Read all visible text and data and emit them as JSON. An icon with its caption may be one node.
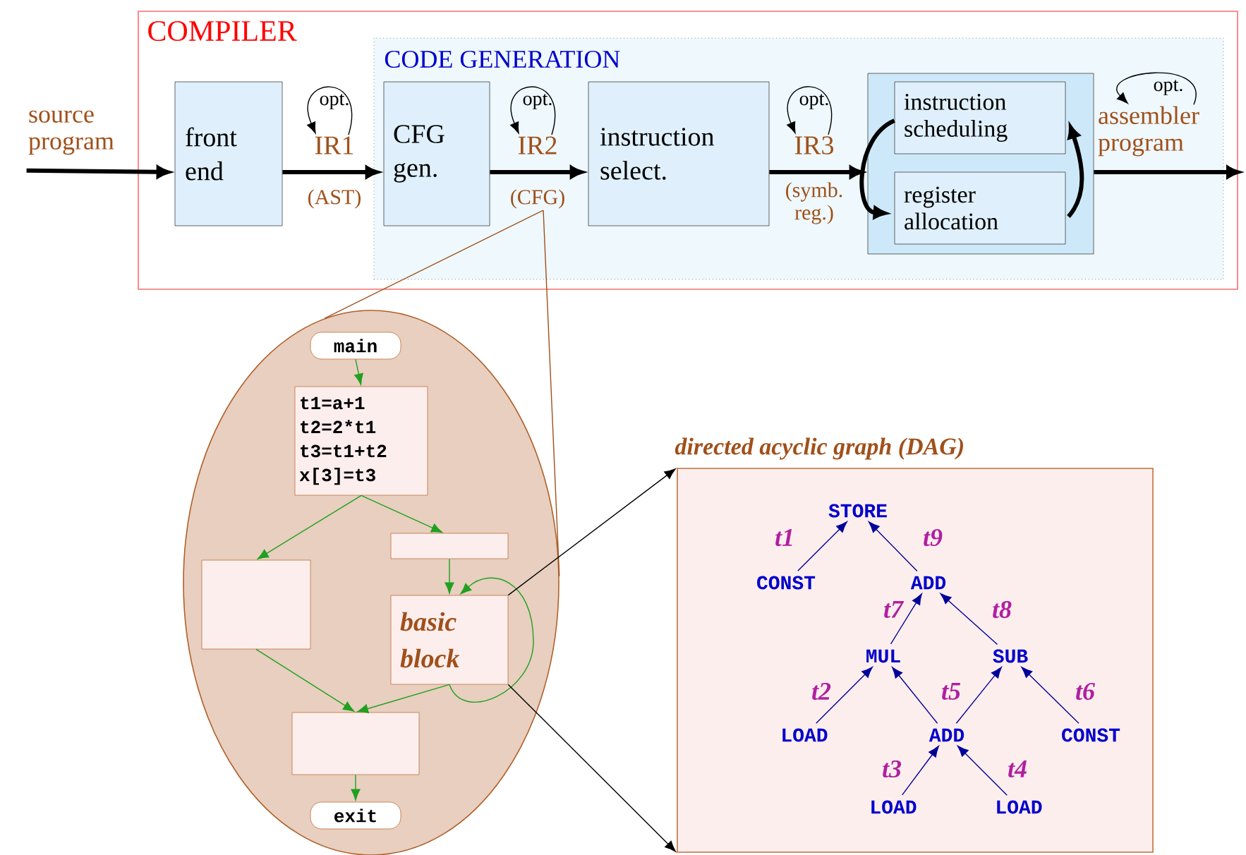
{
  "diagram": {
    "nodes": [
      {
        "text": [
          "COMPILER"
        ]
      },
      {
        "text": [
          "CODE GENERATION"
        ],
        "in": 0
      },
      {
        "text": [
          "source program"
        ]
      },
      {
        "text": [
          "front end"
        ],
        "in": 0
      },
      {
        "text": [
          "IR1"
        ],
        "beside": [
          "(AST)"
        ],
        "in": 0
      },
      {
        "text": [
          "CFG gen."
        ],
        "in": 1
      },
      {
        "text": [
          "IR2"
        ],
        "beside": [
          "(CFG)"
        ],
        "in": 1
      },
      {
        "text": [
          "instruction select."
        ],
        "in": 1
      },
      {
        "text": [
          "IR3"
        ],
        "beside": [
          "(symb. reg.)"
        ],
        "in": 1
      },
      {
        "text": [],
        "shape": "box",
        "in": 1
      },
      {
        "text": [
          "instruction scheduling"
        ],
        "in": 9
      },
      {
        "text": [
          "register allocation"
        ],
        "in": 9
      },
      {
        "text": [
          "assembler program"
        ],
        "in": 1
      },
      {
        "text": [],
        "shape": "ellipse"
      },
      {
        "text": [
          "main"
        ],
        "in": 13
      },
      {
        "text": [
          "t1=a+1",
          "t2=2*t1",
          "t3=t1+t2",
          "x[3]=t3"
        ],
        "in": 13
      },
      {
        "text": [],
        "shape": "box",
        "in": 13
      },
      {
        "text": [],
        "shape": "box",
        "in": 13
      },
      {
        "text": [
          "basic block"
        ],
        "in": 13
      },
      {
        "text": [],
        "shape": "box",
        "in": 13
      },
      {
        "text": [
          "exit"
        ],
        "in": 13
      },
      {
        "text": [
          "directed acyclic graph (DAG)"
        ]
      },
      {
        "text": [
          "STORE"
        ],
        "in": 21
      },
      {
        "text": [
          "CONST"
        ],
        "in": 21
      },
      {
        "text": [
          "ADD"
        ],
        "in": 21
      },
      {
        "text": [
          "MUL"
        ],
        "in": 21
      },
      {
        "text": [
          "SUB"
        ],
        "in": 21
      },
      {
        "text": [
          "LOAD"
        ],
        "in": 21
      },
      {
        "text": [
          "ADD"
        ],
        "in": 21
      },
      {
        "text": [
          "CONST"
        ],
        "in": 21
      },
      {
        "text": [
          "LOAD"
        ],
        "in": 21
      },
      {
        "text": [
          "LOAD"
        ],
        "in": 21
      }
    ],
    "edges": [
      {
        "from": 2,
        "to": 3,
        "arrow": "to",
        "style": "thick"
      },
      {
        "from": 3,
        "to": 5,
        "arrow": "to",
        "style": "thick"
      },
      {
        "from": 4,
        "to": 4,
        "arrow": "to",
        "label": "opt."
      },
      {
        "from": 5,
        "to": 7,
        "arrow": "to",
        "style": "thick"
      },
      {
        "from": 6,
        "to": 6,
        "arrow": "to",
        "label": "opt."
      },
      {
        "from": 7,
        "to": 9,
        "arrow": "to",
        "style": "thick"
      },
      {
        "from": 8,
        "to": 8,
        "arrow": "to",
        "label": "opt."
      },
      {
        "from": 9,
        "to": null,
        "arrow": "to",
        "style": "thick"
      },
      {
        "from": 12,
        "to": 12,
        "arrow": "to",
        "label": "opt."
      },
      {
        "from": 10,
        "to": 11,
        "arrow": "to",
        "style": "thick"
      },
      {
        "from": 11,
        "to": 10,
        "arrow": "to",
        "style": "thick"
      },
      {
        "from": 6,
        "to": 13,
        "arrow": "none",
        "color": "#a0501a"
      },
      {
        "from": 6,
        "to": 13,
        "arrow": "none",
        "color": "#a0501a"
      },
      {
        "from": 14,
        "to": 15,
        "arrow": "to",
        "color": "#20a020"
      },
      {
        "from": 15,
        "to": 16,
        "arrow": "to",
        "color": "#20a020"
      },
      {
        "from": 15,
        "to": 17,
        "arrow": "to",
        "color": "#20a020"
      },
      {
        "from": 17,
        "to": 18,
        "arrow": "to",
        "color": "#20a020"
      },
      {
        "from": 18,
        "to": 18,
        "arrow": "to",
        "color": "#20a020"
      },
      {
        "from": 16,
        "to": 19,
        "arrow": "to",
        "color": "#20a020"
      },
      {
        "from": 18,
        "to": 19,
        "arrow": "to",
        "color": "#20a020"
      },
      {
        "from": 19,
        "to": 20,
        "arrow": "to",
        "color": "#20a020"
      },
      {
        "from": 18,
        "to": 21,
        "arrow": "to"
      },
      {
        "from": 18,
        "to": 21,
        "arrow": "to"
      },
      {
        "from": 23,
        "to": 22,
        "arrow": "to",
        "label": "t1",
        "color": "#000099"
      },
      {
        "from": 24,
        "to": 22,
        "arrow": "to",
        "label": "t9",
        "color": "#000099"
      },
      {
        "from": 25,
        "to": 24,
        "arrow": "to",
        "label": "t7",
        "color": "#000099"
      },
      {
        "from": 26,
        "to": 24,
        "arrow": "to",
        "label": "t8",
        "color": "#000099"
      },
      {
        "from": 27,
        "to": 25,
        "arrow": "to",
        "label": "t2",
        "color": "#000099"
      },
      {
        "from": 28,
        "to": 25,
        "arrow": "to",
        "label": "t5",
        "color": "#000099"
      },
      {
        "from": 28,
        "to": 26,
        "arrow": "to",
        "color": "#000099"
      },
      {
        "from": 29,
        "to": 26,
        "arrow": "to",
        "label": "t6",
        "color": "#000099"
      },
      {
        "from": 30,
        "to": 28,
        "arrow": "to",
        "label": "t3",
        "color": "#000099"
      },
      {
        "from": 31,
        "to": 28,
        "arrow": "to",
        "label": "t4",
        "color": "#000099"
      }
    ]
  }
}
